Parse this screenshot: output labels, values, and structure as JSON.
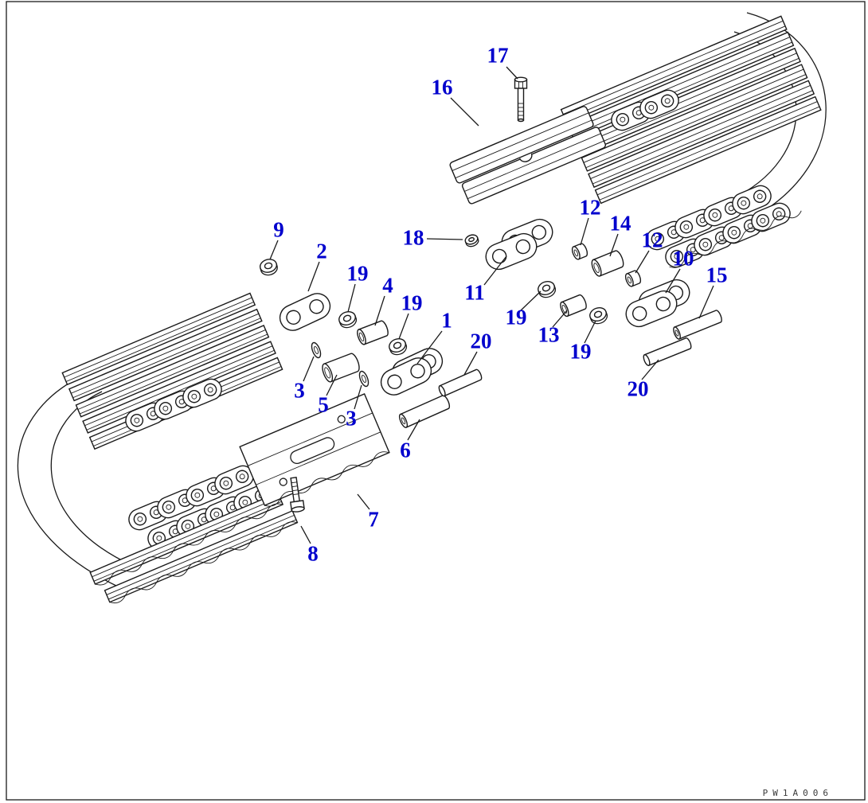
{
  "drawing": {
    "code": "PW1A006",
    "background": "#ffffff",
    "line_color": "#1a1a1a",
    "label_color": "#0000cd"
  },
  "callouts": [
    {
      "text": "1"
    },
    {
      "text": "2"
    },
    {
      "text": "3"
    },
    {
      "text": "3"
    },
    {
      "text": "4"
    },
    {
      "text": "5"
    },
    {
      "text": "6"
    },
    {
      "text": "7"
    },
    {
      "text": "8"
    },
    {
      "text": "9"
    },
    {
      "text": "10"
    },
    {
      "text": "11"
    },
    {
      "text": "12"
    },
    {
      "text": "12"
    },
    {
      "text": "13"
    },
    {
      "text": "14"
    },
    {
      "text": "15"
    },
    {
      "text": "16"
    },
    {
      "text": "17"
    },
    {
      "text": "18"
    },
    {
      "text": "19"
    },
    {
      "text": "19"
    },
    {
      "text": "19"
    },
    {
      "text": "19"
    },
    {
      "text": "20"
    },
    {
      "text": "20"
    }
  ]
}
